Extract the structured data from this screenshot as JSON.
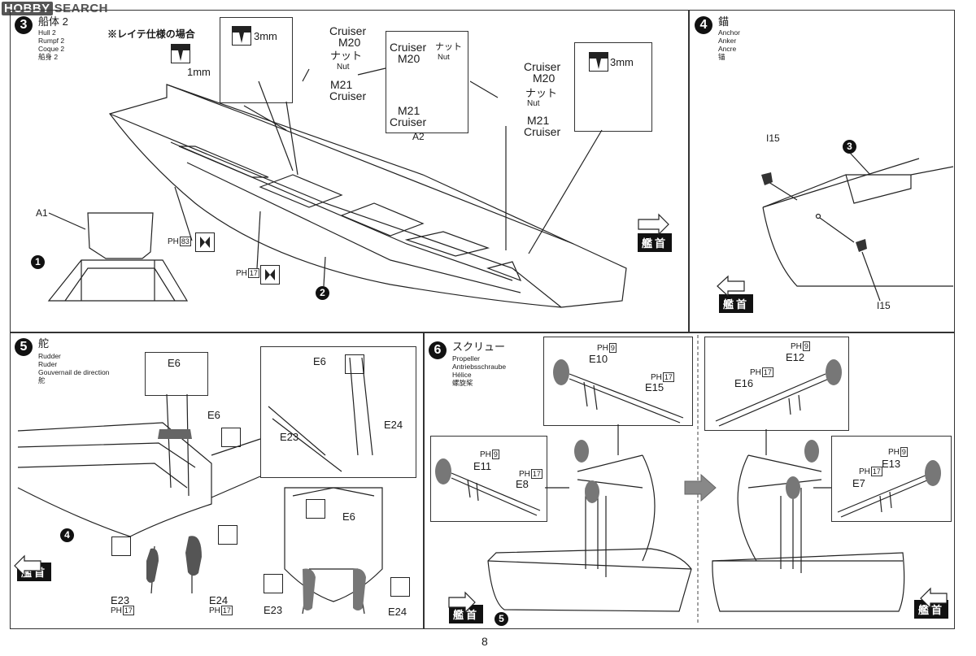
{
  "watermark": {
    "logo": "HOBBY",
    "text": "SEARCH"
  },
  "page_number": "8",
  "step3": {
    "number": "3",
    "title": "船体 2",
    "subtitles": [
      "Hull 2",
      "Rumpf 2",
      "Coque 2",
      "船身 2"
    ],
    "leyte_note": "※レイテ仕様の場合",
    "dims": {
      "drill_1": "1mm",
      "drill_3a": "3mm",
      "drill_3b": "3mm"
    },
    "parts": {
      "a1": "A1",
      "a2": "A2",
      "cruiser_m20_1": "Cruiser",
      "m20_1": "M20",
      "nut_jp_1": "ナット",
      "nut_1": "Nut",
      "m21_1": "M21",
      "cruiser_m21_1": "Cruiser",
      "cruiser_m20_2": "Cruiser",
      "m20_2": "M20",
      "nut_jp_2": "ナット",
      "nut_2": "Nut",
      "m21_2": "M21",
      "cruiser_m21_2": "Cruiser",
      "detail_cruiser": "Cruiser",
      "detail_m20": "M20",
      "detail_nut_jp": "ナット",
      "detail_nut": "Nut",
      "detail_m21": "M21",
      "detail_cruiser_b": "Cruiser"
    },
    "paint": {
      "ph83_label": "PH",
      "ph83_code": "83",
      "ph17_label": "PH",
      "ph17_code": "17"
    },
    "sub_refs": {
      "one": "1",
      "two": "2"
    },
    "bow_label": "艦首"
  },
  "step4": {
    "number": "4",
    "title": "錨",
    "subtitles": [
      "Anchor",
      "Anker",
      "Ancre",
      "锚"
    ],
    "parts": {
      "i15a": "I15",
      "i15b": "I15"
    },
    "sub_ref": "3",
    "bow_label": "艦首"
  },
  "step5": {
    "number": "5",
    "title": "舵",
    "subtitles": [
      "Rudder",
      "Ruder",
      "Gouvernail de direction",
      "舵"
    ],
    "parts": {
      "e6_box": "E6",
      "e6_a": "E6",
      "e6_b": "E6",
      "e6_c": "E6",
      "e23_a": "E23",
      "e24_a": "E24",
      "e23_b": "E23",
      "e24_b": "E24",
      "e23_c": "E23",
      "e24_c": "E24"
    },
    "paint": {
      "e23_ph": "PH",
      "e23_code": "17",
      "e24_ph": "PH",
      "e24_code": "17"
    },
    "sub_ref": "4",
    "bow_label": "艦首"
  },
  "step6": {
    "number": "6",
    "title": "スクリュー",
    "subtitles": [
      "Propeller",
      "Antriebsschraube",
      "Hélice",
      "螺旋桨"
    ],
    "parts": {
      "e10": "E10",
      "e15": "E15",
      "e11": "E11",
      "e8": "E8",
      "e12": "E12",
      "e16": "E16",
      "e13": "E13",
      "e7": "E7"
    },
    "paint": {
      "e10_ph": "PH",
      "e10_code": "9",
      "e15_ph": "PH",
      "e15_code": "17",
      "e11_ph": "PH",
      "e11_code": "9",
      "e8_ph": "PH",
      "e8_code": "17",
      "e12_ph": "PH",
      "e12_code": "9",
      "e16_ph": "PH",
      "e16_code": "17",
      "e13_ph": "PH",
      "e13_code": "9",
      "e7_ph": "PH",
      "e7_code": "17"
    },
    "sub_ref": "5",
    "bow_label_a": "艦首",
    "bow_label_b": "艦首"
  }
}
